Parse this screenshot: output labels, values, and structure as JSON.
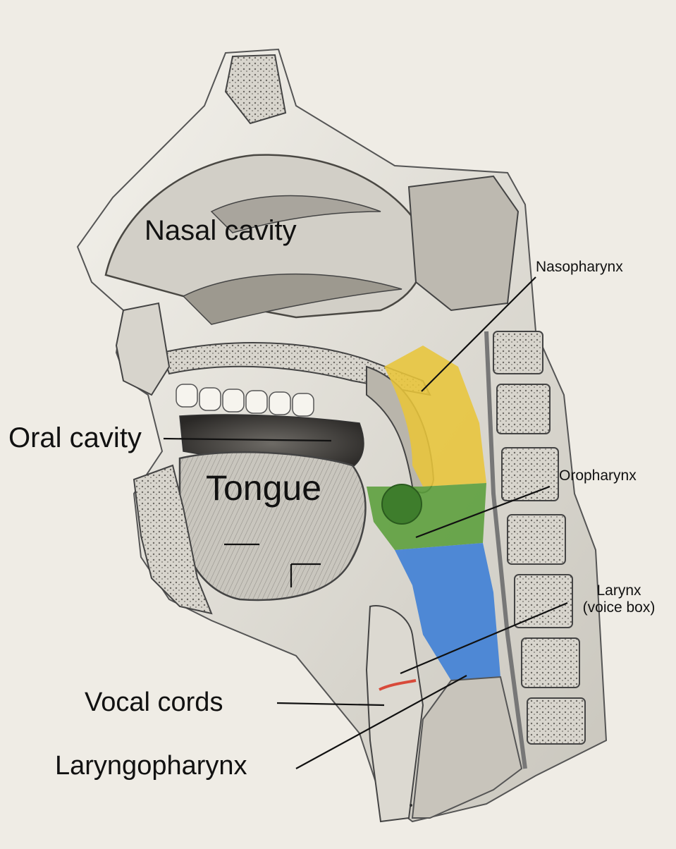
{
  "labels": {
    "nasal_cavity": "Nasal cavity",
    "oral_cavity": "Oral cavity",
    "tongue": "Tongue",
    "nasopharynx": "Nasopharynx",
    "oropharynx": "Oropharynx",
    "larynx": "Larynx",
    "larynx_sub": "(voice box)",
    "vocal_cords": "Vocal cords",
    "laryngopharynx": "Laryngopharynx"
  },
  "colors": {
    "background": "#efece5",
    "nasopharynx": "#e8c53a",
    "oropharynx": "#5a9e3a",
    "laryngopharynx": "#3f7fd6",
    "vocal_cords": "#d84a3a",
    "bone": "#d9d6cd",
    "tissue": "#cfccc4",
    "line": "#111111"
  }
}
